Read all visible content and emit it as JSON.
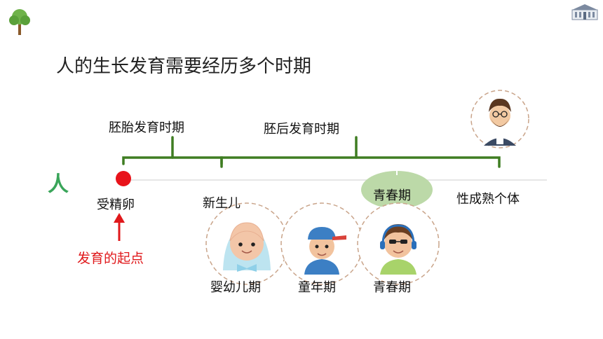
{
  "title": "人的生长发育需要经历多个时期",
  "subject": "人",
  "periods": {
    "embryonic": "胚胎发育时期",
    "postnatal": "胚后发育时期"
  },
  "timeline": {
    "fertilized_egg": "受精卵",
    "newborn": "新生儿",
    "puberty": "青春期",
    "adult": "性成熟个体"
  },
  "annotation": "发育的起点",
  "stages": [
    "婴幼儿期",
    "童年期",
    "青春期"
  ],
  "colors": {
    "bracket": "#3f7d22",
    "dot": "#e8131a",
    "arrow": "#e0181b",
    "bubble": "#bcd9a8",
    "ring": "#c9a48a"
  },
  "icons": {
    "top_left": "tree-icon",
    "top_right": "school-building-icon",
    "adult": "bearded-man-icon",
    "infant": "infant-icon",
    "child": "boy-cap-icon",
    "teen": "teen-headphones-icon"
  }
}
